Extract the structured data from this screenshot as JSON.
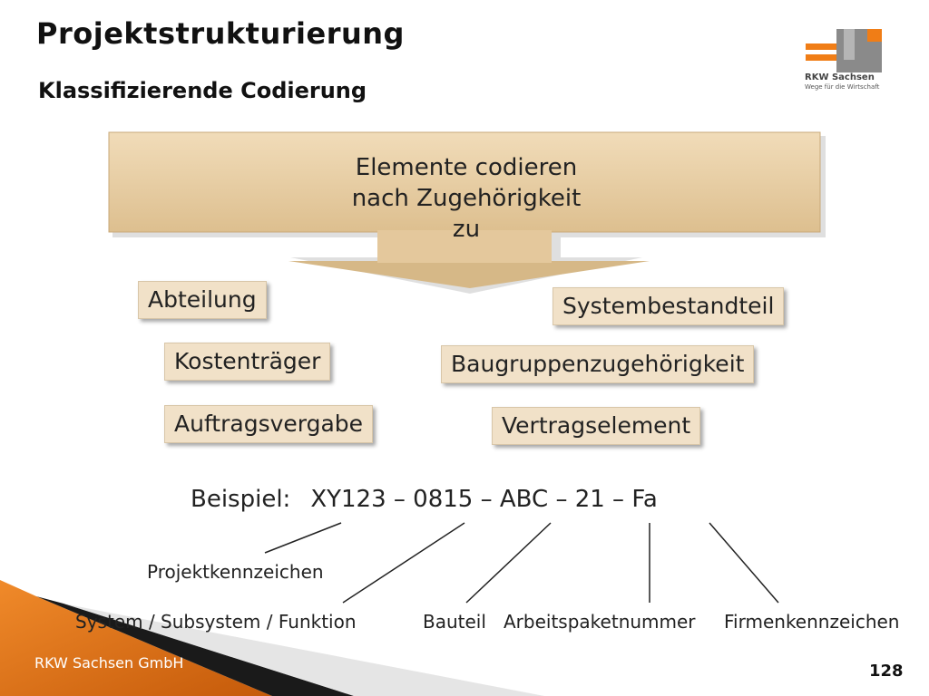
{
  "header": {
    "title": "Projektstrukturierung",
    "subtitle": "Klassifizierende Codierung"
  },
  "logo": {
    "name": "RKW Sachsen",
    "tagline": "Wege für die Wirtschaft",
    "colors": {
      "orange": "#f07d16",
      "gray": "#8a8a8a"
    }
  },
  "banner": {
    "line1": "Elemente codieren",
    "line2": "nach Zugehörigkeit",
    "line3": "zu",
    "color": "#e8cfa7"
  },
  "tags": [
    "Abteilung",
    "Systembestandteil",
    "Kostenträger",
    "Baugruppenzugehörigkeit",
    "Auftragsvergabe",
    "Vertragselement"
  ],
  "example": {
    "label": "Beispiel:",
    "code": "XY123 – 0815 – ABC – 21 – Fa"
  },
  "labels": {
    "projektkennzeichen": "Projektkennzeichen",
    "system": "System / Subsystem / Funktion",
    "bauteil": "Bauteil",
    "arbeitspaket": "Arbeitspaketnummer",
    "firmen": "Firmenkennzeichen"
  },
  "footer": {
    "company": "RKW Sachsen GmbH",
    "page": "128"
  }
}
